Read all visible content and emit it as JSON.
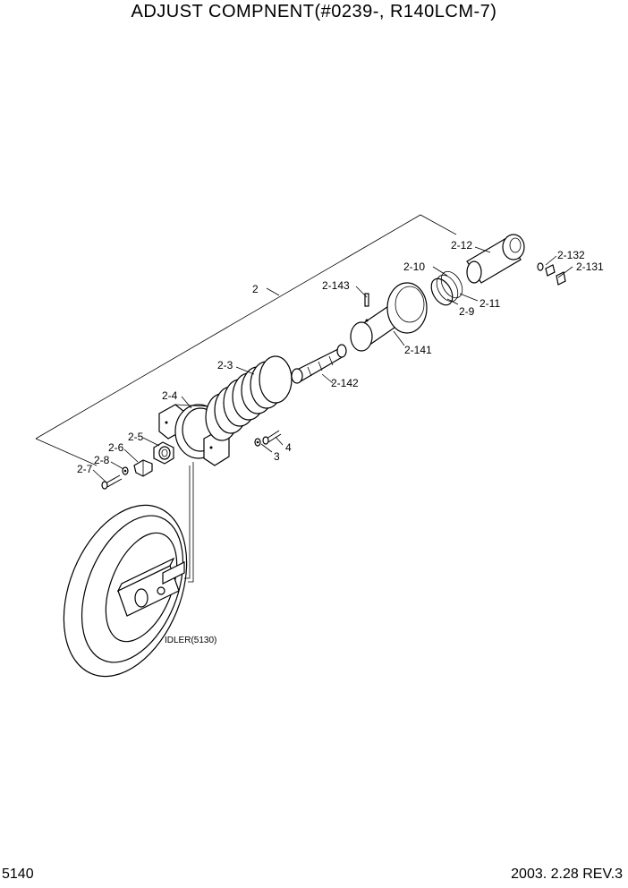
{
  "title": "ADJUST COMPNENT(#0239-, R140LCM-7)",
  "page_number": "5140",
  "revision": "2003. 2.28  REV.3",
  "labels": {
    "l2": "2",
    "l2_3": "2-3",
    "l2_4": "2-4",
    "l2_5": "2-5",
    "l2_6": "2-6",
    "l2_7": "2-7",
    "l2_8": "2-8",
    "l2_9": "2-9",
    "l2_10": "2-10",
    "l2_11": "2-11",
    "l2_12": "2-12",
    "l2_131": "2-131",
    "l2_132": "2-132",
    "l2_141": "2-141",
    "l2_142": "2-142",
    "l2_143": "2-143",
    "l3": "3",
    "l4": "4",
    "idler": "IDLER(5130)"
  }
}
